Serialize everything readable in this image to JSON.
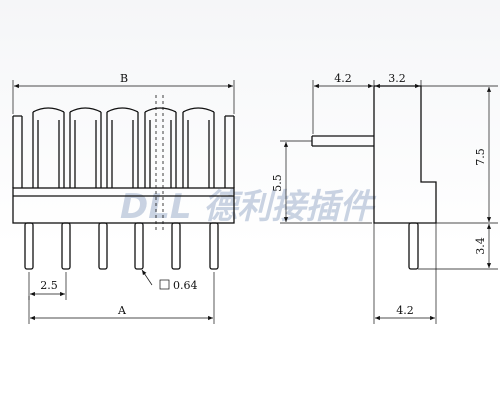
{
  "drawing": {
    "front_view": {
      "dim_overall_width": "B",
      "dim_pin_row": "A",
      "dim_pitch": "2.5",
      "dim_pin_square": "0.64"
    },
    "side_view": {
      "dim_offset_left": "4.2",
      "dim_offset_right": "3.2",
      "dim_height_left": "5.5",
      "dim_height_right": "7.5",
      "dim_pin_length": "3.4",
      "dim_bottom_width": "4.2"
    },
    "watermark": {
      "text": "DLL 德利接插件"
    }
  }
}
